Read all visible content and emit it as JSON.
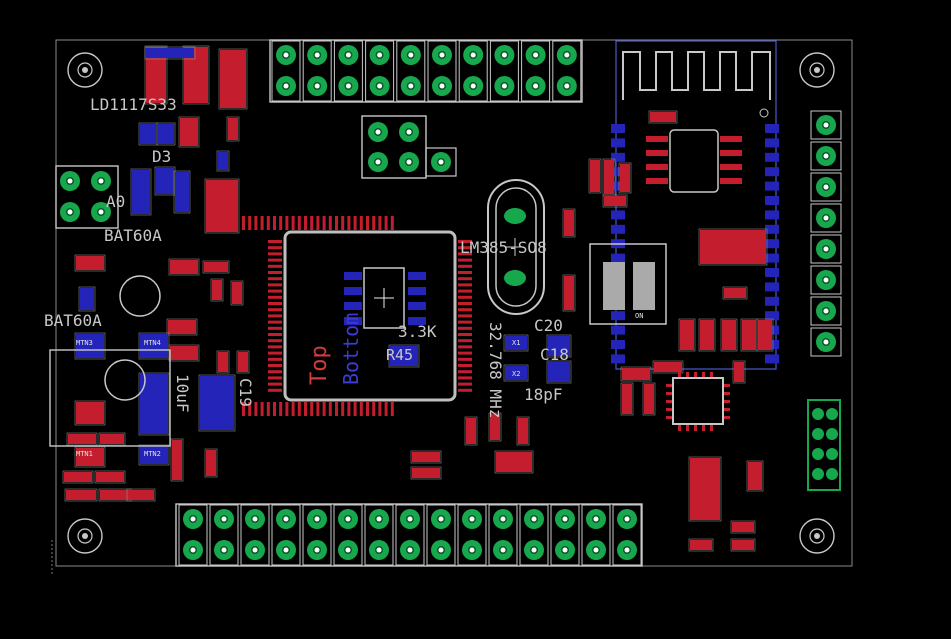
{
  "labels": {
    "ld1117": "LD1117S33",
    "d3": "D3",
    "a0": "A0",
    "bat60a_1": "BAT60A",
    "bat60a_2": "BAT60A",
    "lm": "LM385-SO8",
    "r3k": "3.3K",
    "r45": "R45",
    "c20": "C20",
    "c20_val": "18pF",
    "c19": "C19",
    "c19_val": "10uF",
    "mhz": "32.768 MHz",
    "c18": "C18",
    "top": "Top",
    "bottom_mirror": "Bottom",
    "mtn1": "MTN1",
    "mtn2": "MTN2",
    "mtn3": "MTN3",
    "mtn4": "MTN4",
    "on": "ON",
    "x1": "X1",
    "x2": "X2"
  },
  "colors": {
    "copper_top": "#c41e2e",
    "copper_bottom": "#2424b8",
    "pad_green": "#17a84e",
    "silkscreen": "#c8c8c8",
    "outline": "#7a7a7a",
    "background": "#000000"
  }
}
